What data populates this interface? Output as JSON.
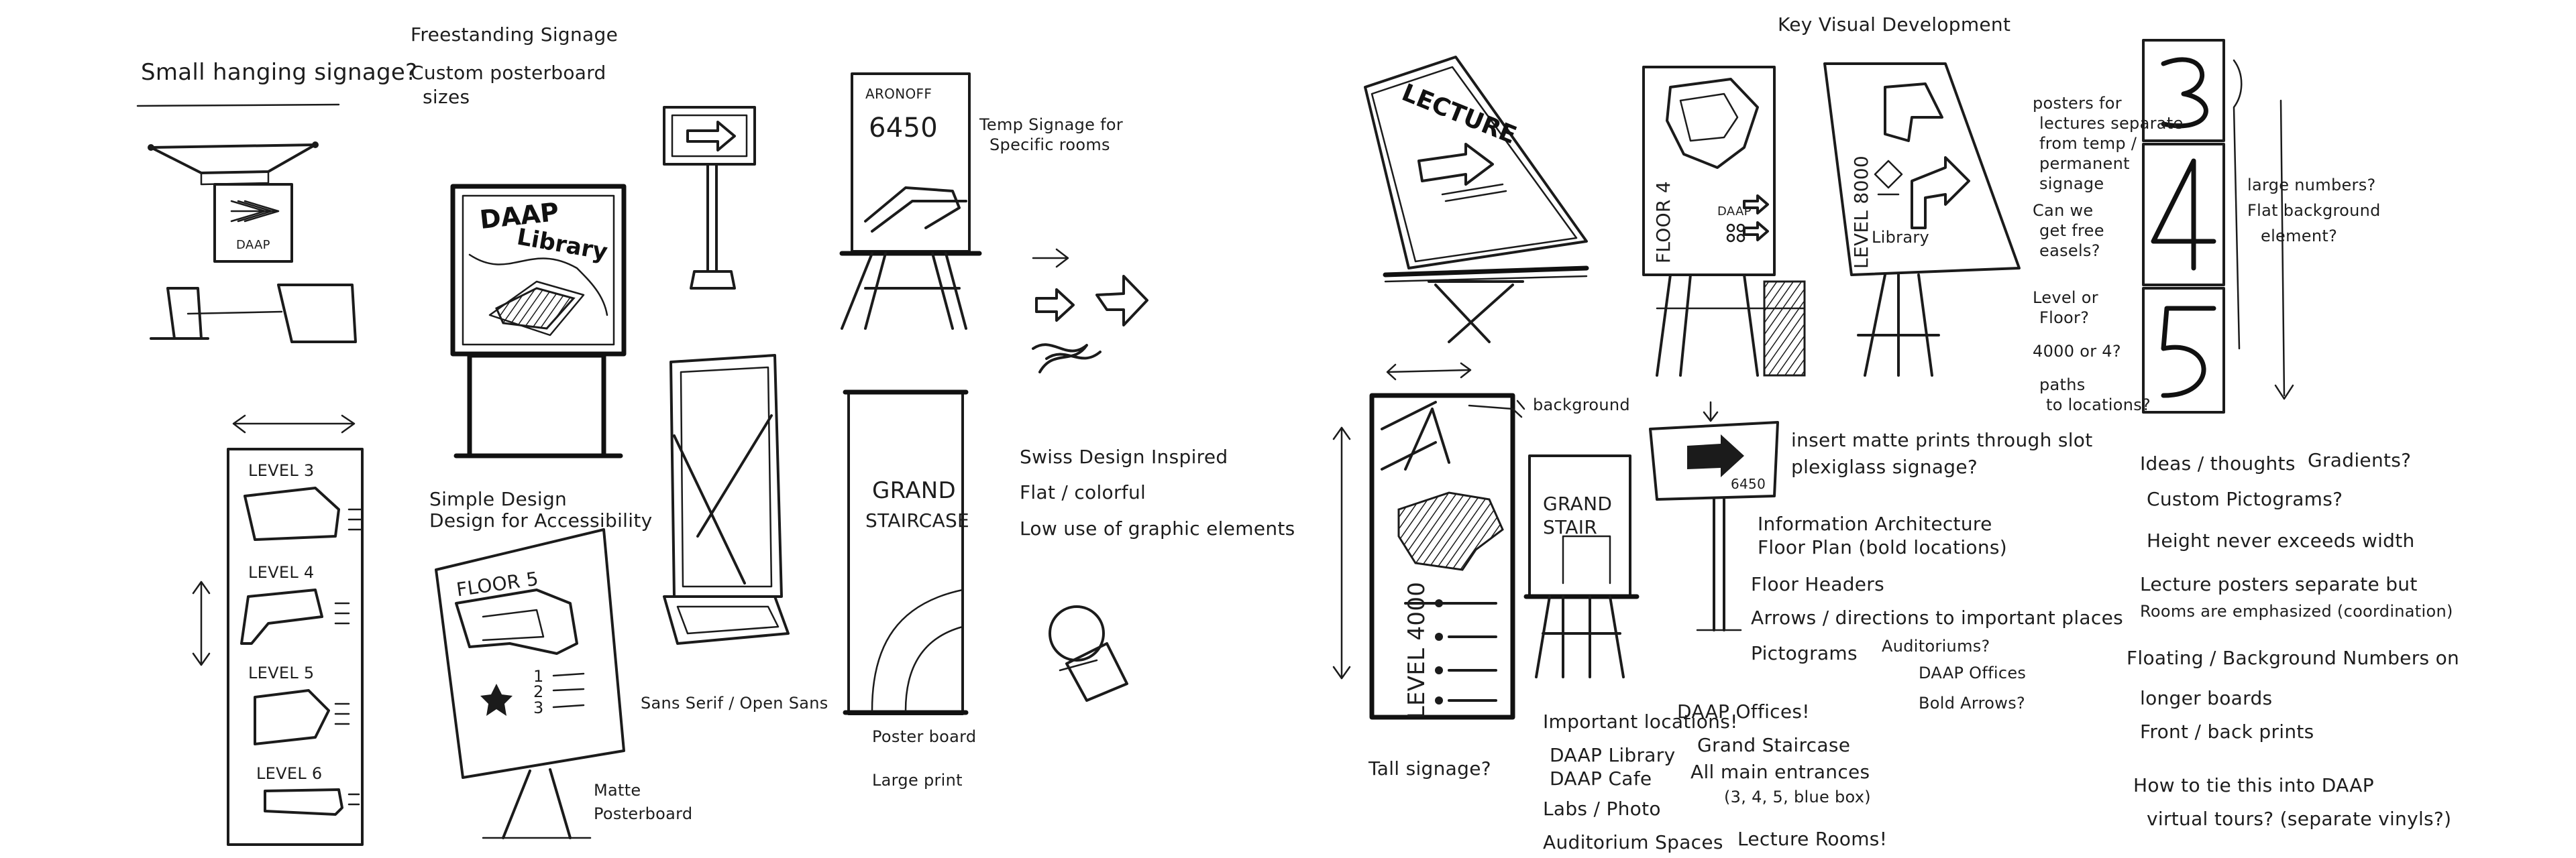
{
  "left_page": {
    "title_hanging": "Small hanging signage?",
    "freestanding_notes": [
      "Freestanding Signage",
      "Custom posterboard",
      "sizes"
    ],
    "hanging_sign_label": "DAAP",
    "library_sign": [
      "DAAP",
      "Library"
    ],
    "temp_sign": {
      "name": "ARONOFF",
      "room": "6450"
    },
    "temp_note": [
      "Temp Signage for",
      "Specific rooms"
    ],
    "directory_levels": [
      "LEVEL 3",
      "LEVEL 4",
      "LEVEL 5",
      "LEVEL 6"
    ],
    "simple_design_notes": [
      "Simple Design",
      "Design for Accessibility"
    ],
    "floor5_title": "FLOOR 5",
    "floor5_items": [
      "1",
      "2",
      "3"
    ],
    "floor5_notes": [
      "Sans Serif / Open Sans",
      "Matte",
      "Posterboard"
    ],
    "grand_staircase": [
      "GRAND",
      "STAIRCASE"
    ],
    "grand_notes": [
      "Poster board",
      "Large print"
    ],
    "swiss_notes": [
      "Swiss Design Inspired",
      "Flat / colorful",
      "Low use of graphic elements"
    ]
  },
  "right_page": {
    "title": "Key Visual Development",
    "lecture_label": "LECTURE",
    "floor4_label": "FLOOR 4",
    "floor4_room": "DAAP",
    "level8000_label": "LEVEL 8000",
    "level8000_library": "Library",
    "poster_notes": [
      "posters for",
      "lectures separate",
      "from temp /",
      "permanent",
      "signage",
      "Can we",
      "get free",
      "easels?"
    ],
    "level_floor_notes": [
      "Level or",
      "Floor?",
      "4000 or 4?",
      "paths",
      "to locations?"
    ],
    "numbers_notes": [
      "large numbers?",
      "Flat background",
      "element?"
    ],
    "big_numbers": [
      "3",
      "4",
      "5"
    ],
    "background_note": "background",
    "level4000_label": "LEVEL 4000",
    "grand_stair": [
      "GRAND",
      "STAIR"
    ],
    "arrow_sign_room": "6450",
    "slot_notes": [
      "insert matte prints through slot",
      "plexiglass signage?"
    ],
    "info_arch_title": "Information Architecture",
    "info_arch_items": [
      "Floor Plan (bold locations)",
      "Floor Headers",
      "Arrows / directions to important places",
      "Pictograms"
    ],
    "auditoriums": [
      "Auditoriums?",
      "DAAP Offices",
      "Bold Arrows?"
    ],
    "tall_signage": "Tall signage?",
    "important_title": "Important locations!",
    "important_items": [
      "DAAP Offices!",
      "DAAP Library",
      "Grand Staircase",
      "DAAP Cafe",
      "All main entrances",
      "(3, 4, 5, blue box)",
      "Labs / Photo",
      "Auditorium Spaces",
      "Lecture Rooms!"
    ],
    "ideas_title": "Ideas / thoughts",
    "ideas": [
      "Gradients?",
      "Custom Pictograms?",
      "Height never exceeds width",
      "Lecture posters separate but",
      "Rooms are emphasized (coordination)",
      "Floating / Background Numbers on",
      "longer boards",
      "Front / back prints",
      "How to tie this into DAAP",
      "virtual tours? (separate vinyls?)"
    ]
  }
}
